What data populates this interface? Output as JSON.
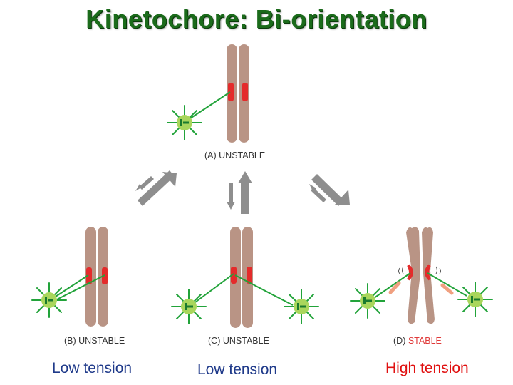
{
  "title": "Kinetochore: Bi-orientation",
  "panels": [
    {
      "letter": "(A)",
      "state": "UNSTABLE"
    },
    {
      "letter": "(B)",
      "state": "UNSTABLE"
    },
    {
      "letter": "(C)",
      "state": "UNSTABLE"
    },
    {
      "letter": "(D)",
      "state": "STABLE"
    }
  ],
  "tension_labels": [
    "Low tension",
    "Low tension",
    "High tension"
  ],
  "colors": {
    "title": "#1b6b1b",
    "chromosome": "#b99485",
    "kinetochore": "#e42b2b",
    "microtubule": "#22a33a",
    "centrosome": "#a9d65c",
    "arrow": "#8e8e8e",
    "stable": "#e03a3a",
    "low_tension": "#1f3a8a",
    "high_tension": "#e01010"
  }
}
